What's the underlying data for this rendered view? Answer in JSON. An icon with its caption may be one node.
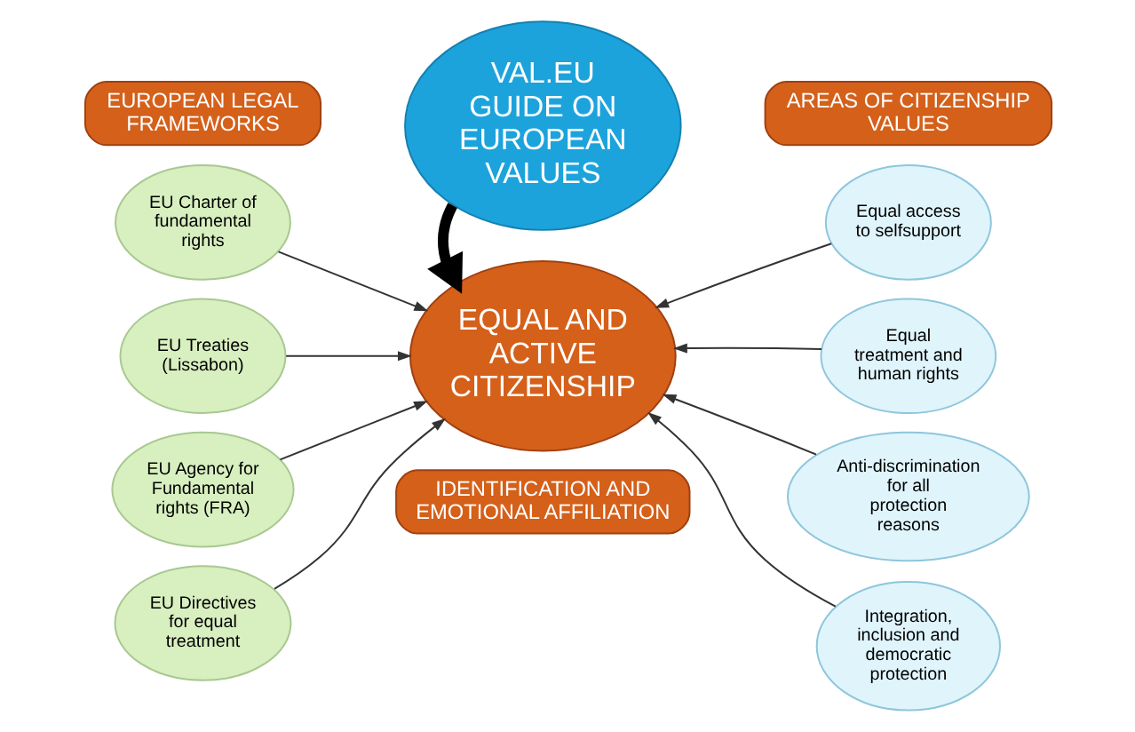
{
  "diagram": {
    "nodes": [
      {
        "text": [
          "EUROPEAN LEGAL FRAMEWORKS"
        ]
      },
      {
        "text": [
          "AREAS OF CITIZENSHIP VALUES"
        ]
      },
      {
        "text": [
          "VAL.EU GUIDE ON EUROPEAN VALUES"
        ]
      },
      {
        "text": [
          "EQUAL AND ACTIVE CITIZENSHIP"
        ]
      },
      {
        "text": [
          "EU Charter of fundamental rights"
        ]
      },
      {
        "text": [
          "EU Treaties (Lissabon)"
        ]
      },
      {
        "text": [
          "EU Agency for Fundamental rights (FRA)"
        ]
      },
      {
        "text": [
          "EU Directives for equal treatment"
        ]
      },
      {
        "text": [
          "Equal access to selfsupport"
        ]
      },
      {
        "text": [
          "Equal treatment and human rights"
        ]
      },
      {
        "text": [
          "Anti-discrimination for all protection reasons"
        ]
      },
      {
        "text": [
          "Integration, inclusion and democratic protection"
        ]
      },
      {
        "text": [
          "IDENTIFICATION AND EMOTIONAL AFFILIATION"
        ]
      }
    ],
    "edges": [
      {
        "from": 2,
        "to": 3,
        "arrow": "to",
        "style": "thick",
        "color": "#000000"
      },
      {
        "from": 4,
        "to": 3,
        "arrow": "to"
      },
      {
        "from": 5,
        "to": 3,
        "arrow": "to"
      },
      {
        "from": 6,
        "to": 3,
        "arrow": "to"
      },
      {
        "from": 7,
        "to": 3,
        "arrow": "to"
      },
      {
        "from": 8,
        "to": 3,
        "arrow": "to"
      },
      {
        "from": 9,
        "to": 3,
        "arrow": "to"
      },
      {
        "from": 10,
        "to": 3,
        "arrow": "to"
      },
      {
        "from": 11,
        "to": 3,
        "arrow": "to"
      }
    ]
  }
}
